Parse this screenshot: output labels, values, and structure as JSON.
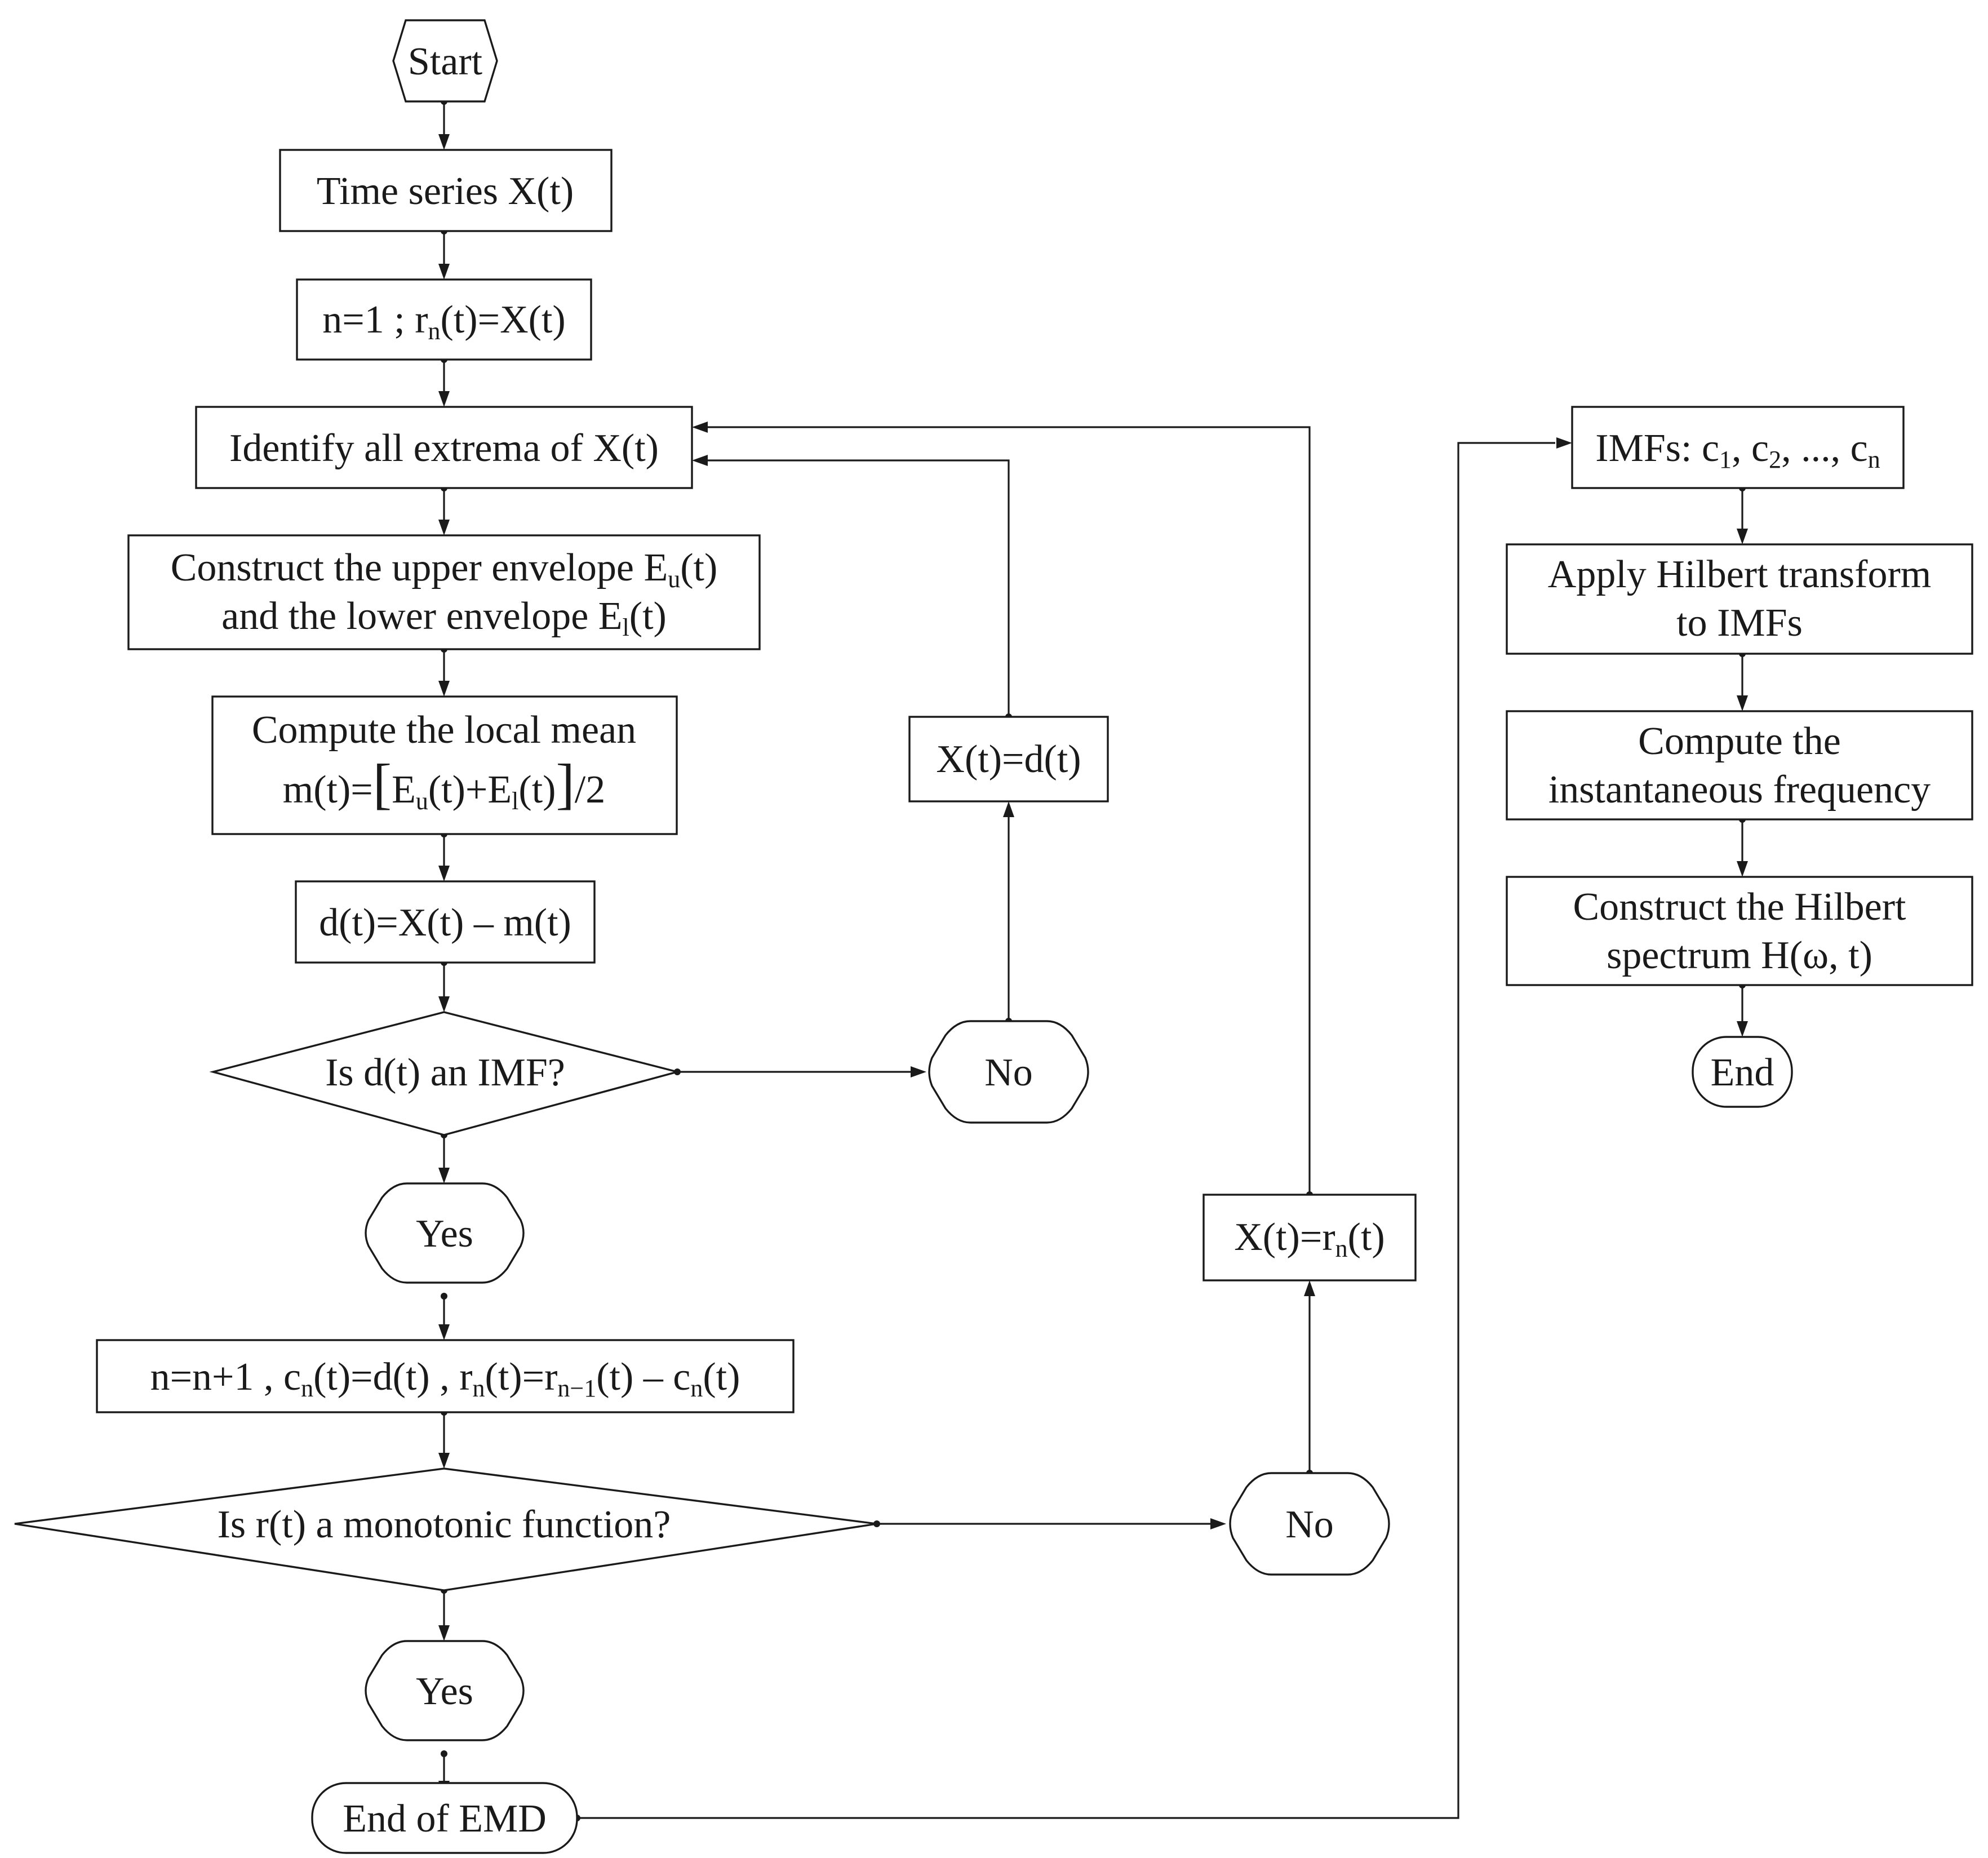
{
  "nodes": {
    "start": "Start",
    "time_series": "Time series X(t)",
    "init": {
      "a": "n=1 ; r",
      "sub": "n",
      "b": "(t)=X(t)"
    },
    "identify": "Identify all extrema of X(t)",
    "envelope": {
      "line1_a": "Construct the upper envelope E",
      "line1_sub": "u",
      "line1_b": "(t)",
      "line2_a": "and the lower envelope E",
      "line2_sub": "l",
      "line2_b": "(t)"
    },
    "local_mean": {
      "line1": "Compute the local mean",
      "line2_a": "m(t)=",
      "lbrack": "[",
      "e1": "E",
      "e1_sub": "u",
      "mid": "(t)+E",
      "e2_sub": "l",
      "after": "(t)",
      "rbrack": "]",
      "tail": "/2"
    },
    "detail": "d(t)=X(t) – m(t)",
    "is_imf": "Is d(t) an IMF?",
    "no_imf": "No",
    "x_eq_d": "X(t)=d(t)",
    "yes_imf": "Yes",
    "update": {
      "p1": "n=n+1 , c",
      "s1": "n",
      "p2": "(t)=d(t) , r",
      "s2": "n",
      "p3": "(t)=r",
      "s3": "n−1",
      "p4": "(t) – c",
      "s4": "n",
      "p5": "(t)"
    },
    "is_monotonic": "Is r(t) a monotonic function?",
    "no_mono": "No",
    "x_eq_r": {
      "a": "X(t)=r",
      "sub": "n",
      "b": "(t)"
    },
    "yes_mono": "Yes",
    "end_emd": "End of EMD",
    "imfs": {
      "a": "IMFs: c",
      "s1": "1",
      "b": ", c",
      "s2": "2",
      "c": ", ..., c",
      "s3": "n"
    },
    "hilbert": {
      "line1": "Apply Hilbert transform",
      "line2": "to IMFs"
    },
    "inst_freq": {
      "line1": "Compute the",
      "line2": "instantaneous frequency"
    },
    "spectrum": {
      "line1": "Construct the Hilbert",
      "line2": "spectrum H(ω, t)"
    },
    "end": "End"
  }
}
